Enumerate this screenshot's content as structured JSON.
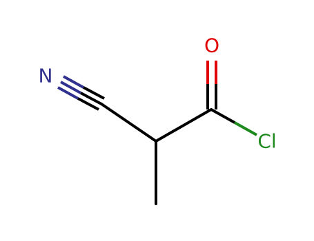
{
  "molecule": {
    "atoms": {
      "nitrogen": {
        "symbol": "N",
        "color": "#30308e"
      },
      "oxygen": {
        "symbol": "O",
        "color": "#e00000"
      },
      "chlorine": {
        "symbol": "Cl",
        "color": "#1e8a1e"
      }
    },
    "bond_color": "#000000"
  }
}
